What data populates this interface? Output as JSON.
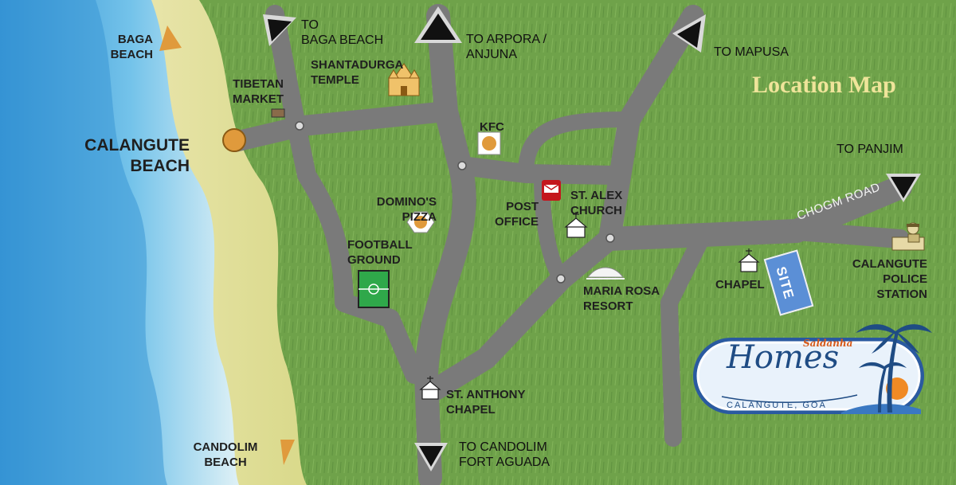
{
  "map": {
    "title": "Location Map",
    "directions": {
      "baga": [
        "TO",
        "BAGA BEACH"
      ],
      "arpora": [
        "TO ARPORA /",
        "ANJUNA"
      ],
      "mapusa": "TO MAPUSA",
      "panjim": "TO PANJIM",
      "candolim": [
        "TO CANDOLIM",
        "FORT AGUADA"
      ]
    },
    "beaches": {
      "baga": [
        "BAGA",
        "BEACH"
      ],
      "calangute": [
        "CALANGUTE",
        "BEACH"
      ],
      "candolim": [
        "CANDOLIM",
        "BEACH"
      ]
    },
    "landmarks": {
      "tibetan_market": [
        "TIBETAN",
        "MARKET"
      ],
      "shantadurga_temple": [
        "SHANTADURGA",
        "TEMPLE"
      ],
      "kfc": "KFC",
      "dominos_pizza": [
        "DOMINO'S",
        "PIZZA"
      ],
      "football_ground": [
        "FOOTBALL",
        "GROUND"
      ],
      "post_office": [
        "POST",
        "OFFICE"
      ],
      "st_alex_church": [
        "ST. ALEX",
        "CHURCH"
      ],
      "maria_rosa_resort": [
        "MARIA ROSA",
        "RESORT"
      ],
      "chapel": "CHAPEL",
      "calangute_police_station": [
        "CALANGUTE",
        "POLICE",
        "STATION"
      ],
      "st_anthony_chapel": [
        "ST. ANTHONY",
        "CHAPEL"
      ]
    },
    "road_name": "CHOGM ROAD",
    "site": "SITE",
    "logo": {
      "brand": "Saldanha",
      "name": "Homes",
      "location": "CALANGUTE, GOA"
    },
    "colors": {
      "field": "#6fa24a",
      "road": "#7a7a7a",
      "sea": "#3d9bd8",
      "sand": "#efe5a8",
      "marker": "#e09a3c",
      "title": "#efe49a"
    }
  }
}
